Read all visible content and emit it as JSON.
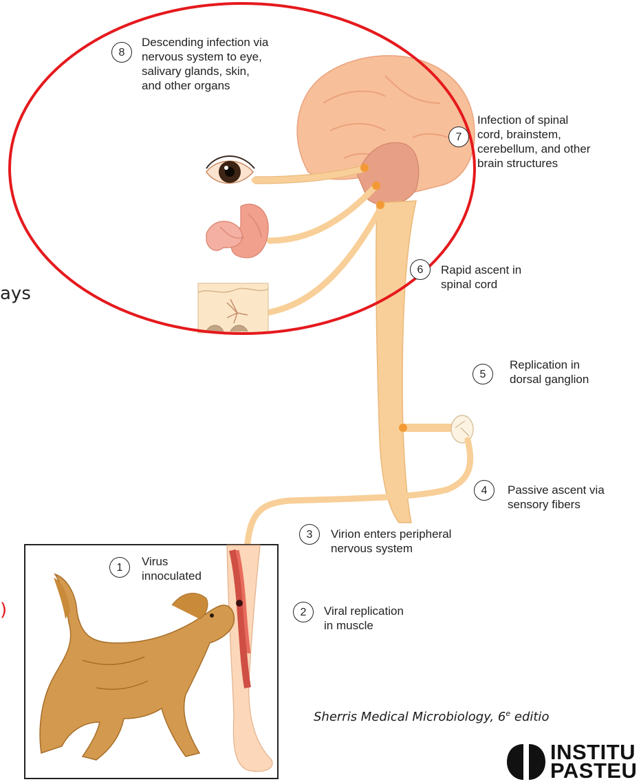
{
  "steps": [
    {
      "n": "1",
      "text": "Virus\ninnoculated"
    },
    {
      "n": "2",
      "text": "Viral replication\nin muscle"
    },
    {
      "n": "3",
      "text": "Virion enters peripheral\nnervous system"
    },
    {
      "n": "4",
      "text": "Passive ascent via\nsensory fibers"
    },
    {
      "n": "5",
      "text": "Replication in\ndorsal ganglion"
    },
    {
      "n": "6",
      "text": "Rapid ascent in\nspinal cord"
    },
    {
      "n": "7",
      "text": "Infection of spinal\ncord, brainstem,\ncerebellum, and other\nbrain structures"
    },
    {
      "n": "8",
      "text": "Descending infection via\nnervous system to eye,\nsalivary glands, skin,\nand other organs"
    }
  ],
  "side_text_left": "ays",
  "side_paren": ")",
  "citation": {
    "main": "Sherris Medical Microbiology, 6",
    "sup": "e",
    "tail": " editio"
  },
  "logo": {
    "line1": "INSTITU",
    "line2": "PASTEU"
  },
  "colors": {
    "nerve": "#f8cf98",
    "node": "#f39a35",
    "highlight": "#e5191d",
    "brain": "#f6b894",
    "dog": "#c98b3a"
  }
}
